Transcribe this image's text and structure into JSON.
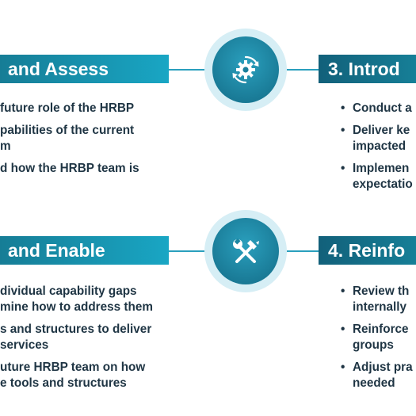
{
  "left_top": {
    "title": "and Assess",
    "items": [
      [
        "future role of the HRBP"
      ],
      [
        "pabilities of the current",
        "m"
      ],
      [
        "d how the HRBP team is"
      ]
    ]
  },
  "left_bottom": {
    "title": "and Enable",
    "items": [
      [
        "dividual capability gaps",
        "mine how to address them"
      ],
      [
        "s and structures to deliver",
        "services"
      ],
      [
        "uture HRBP team on how",
        "e tools and structures"
      ]
    ]
  },
  "right_top": {
    "title": "3. Introd",
    "items": [
      [
        "Conduct a"
      ],
      [
        "Deliver ke",
        "impacted"
      ],
      [
        "Implemen",
        "expectatio"
      ]
    ]
  },
  "right_bottom": {
    "title": "4. Reinfo",
    "items": [
      [
        "Review th",
        "internally"
      ],
      [
        "Reinforce",
        "groups"
      ],
      [
        "Adjust pra",
        "needed"
      ]
    ]
  },
  "icons": {
    "top_hub": "gear-refresh-icon",
    "bottom_hub": "hammer-wrench-icon"
  },
  "colors": {
    "banner_light": "#19a6c4",
    "banner_dark": "#12607a",
    "hub_ring": "#d6eef5",
    "text": "#1f3544"
  }
}
